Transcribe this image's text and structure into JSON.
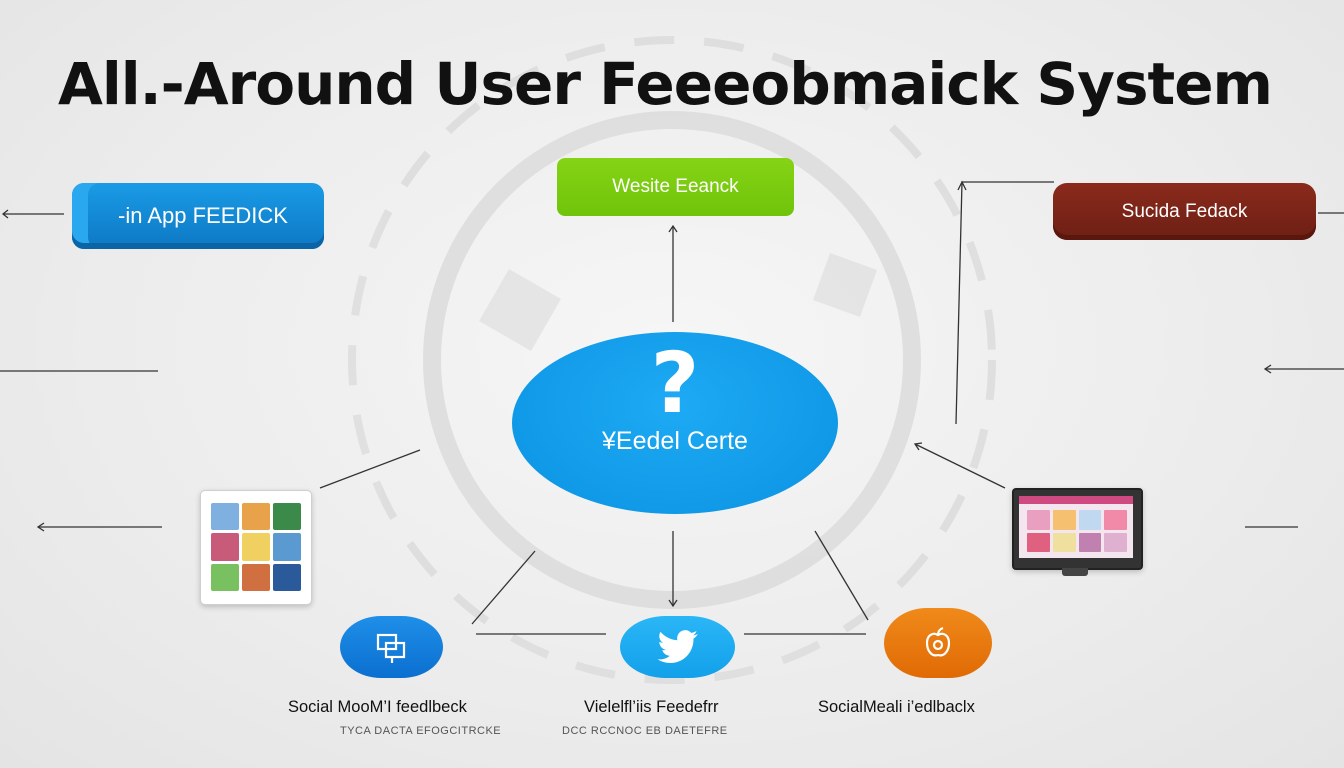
{
  "title": "All.-Around User Feeeobmaick System",
  "nodes": {
    "in_app": "-in App FEEDICK",
    "website": "Wesite Eeanck",
    "social_top": "Sucida Fedack",
    "center": "¥Eedel Certe",
    "center_symbol": "?"
  },
  "bottom": {
    "left": {
      "label": "Social MooM’I feedlbeck",
      "sublabel": "TYCA  DACTA EFOGCITRCKE"
    },
    "mid": {
      "label": "Vielelfl’iis Feedefrr",
      "sublabel": "DCC RCCNOC EB  DAETEFRE"
    },
    "right": {
      "label": "SocialMeali i’edlbaclx"
    }
  },
  "icons": {
    "bottom_left": "chat-bubbles-icon",
    "bottom_mid": "twitter-bird-icon",
    "bottom_right": "apple-icon",
    "tablet": "tablet-device-icon",
    "monitor": "desktop-monitor-icon"
  },
  "colors": {
    "blue_pill": "#0d78c4",
    "green_pill": "#7cce0f",
    "brown_pill": "#7a2518",
    "center": "#109ae6",
    "orange": "#e8780e"
  }
}
